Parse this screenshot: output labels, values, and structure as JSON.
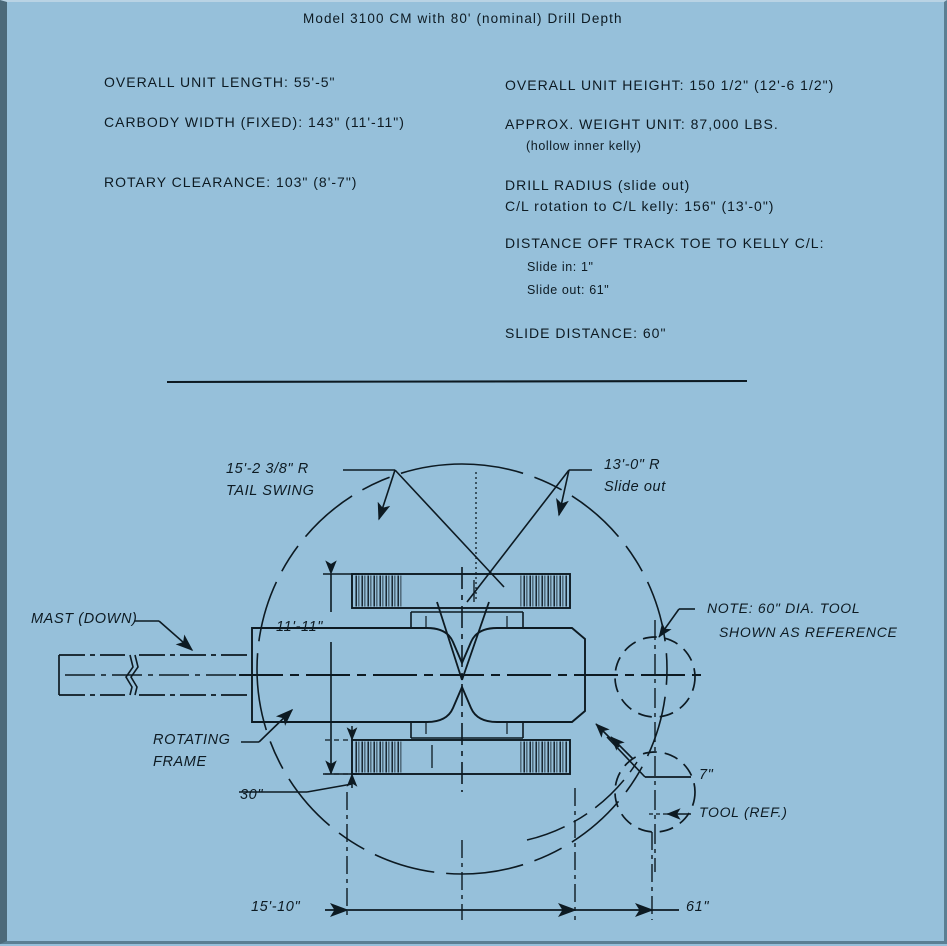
{
  "sheet": {
    "title": "Model 3100 CM with 80' (nominal) Drill Depth",
    "background_color": "#96c0da",
    "ink_color": "#0d1a22"
  },
  "specs": {
    "left_column": [
      {
        "label": "OVERALL UNIT LENGTH: 55'-5\""
      },
      {
        "label": "CARBODY WIDTH (FIXED): 143\" (11'-11\")"
      },
      {
        "label": "ROTARY CLEARANCE: 103\" (8'-7\")"
      }
    ],
    "right_column": [
      {
        "label": "OVERALL UNIT HEIGHT: 150 1/2\" (12'-6 1/2\")"
      },
      {
        "label": "APPROX. WEIGHT UNIT: 87,000 LBS."
      },
      {
        "label": "(hollow inner kelly)"
      },
      {
        "label": "DRILL RADIUS (slide out)"
      },
      {
        "label": "C/L rotation to C/L kelly: 156\" (13'-0\")"
      },
      {
        "label": "DISTANCE OFF TRACK TOE TO KELLY C/L:"
      },
      {
        "label": "Slide in: 1\""
      },
      {
        "label": "Slide out: 61\""
      },
      {
        "label": "SLIDE DISTANCE: 60\""
      }
    ]
  },
  "drawing": {
    "view_name": "plan view",
    "annotations": {
      "tail_swing_radius": "15'-2 3/8\" R",
      "tail_swing_label": "TAIL SWING",
      "slide_out_radius": "13'-0\" R",
      "slide_out_label": "Slide out",
      "mast": "MAST (DOWN)",
      "rotating_frame_line1": "ROTATING",
      "rotating_frame_line2": "FRAME",
      "carbody_width": "11'-11\"",
      "track_width": "30\"",
      "note_line1": "NOTE: 60\" DIA. TOOL",
      "note_line2": "SHOWN AS REFERENCE",
      "tool_offset": "7\"",
      "tool_ref": "TOOL (REF.)",
      "overall_left_dim": "15'-10\"",
      "slide_out_dim": "61\""
    }
  }
}
